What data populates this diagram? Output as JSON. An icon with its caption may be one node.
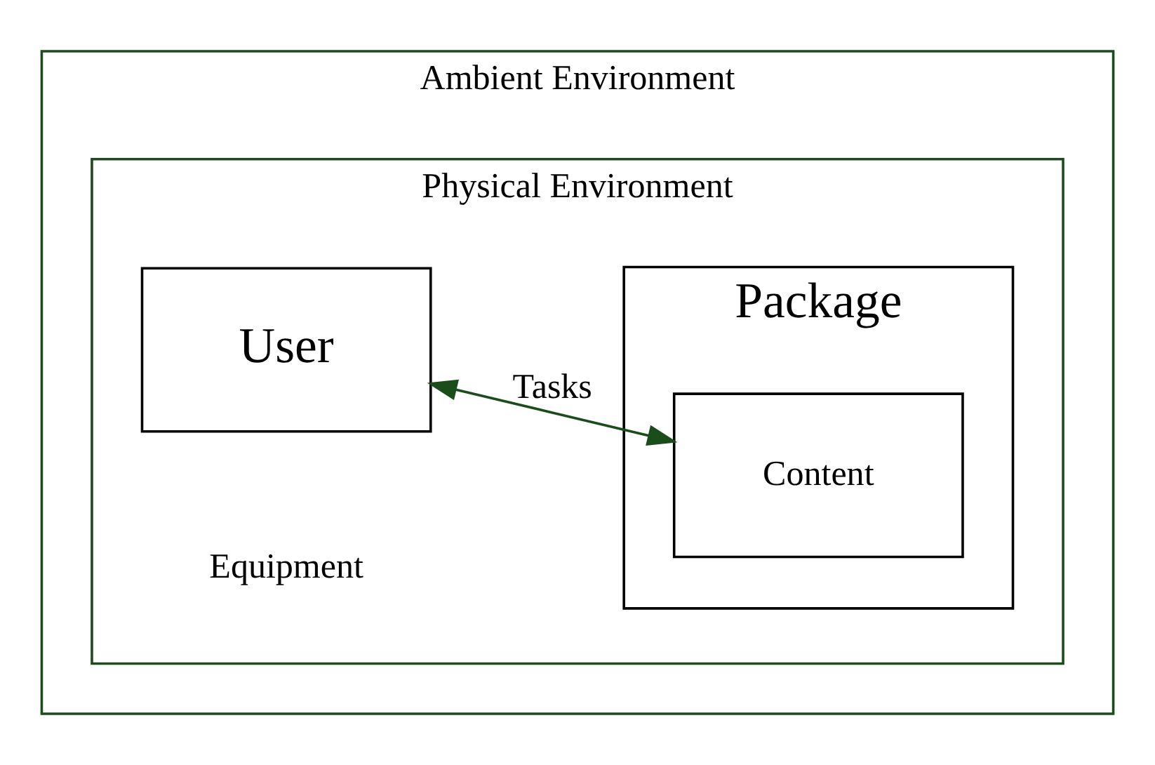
{
  "diagram": {
    "nodes": [
      {
        "text": [
          "Ambient Environment"
        ]
      },
      {
        "text": [
          "Physical Environment"
        ],
        "in": 0
      },
      {
        "text": [
          "User"
        ],
        "in": 1
      },
      {
        "text": [
          "Package"
        ],
        "in": 1
      },
      {
        "text": [
          "Content"
        ],
        "in": 3
      }
    ],
    "edges": [
      {
        "from": 2,
        "to": 4,
        "arrow": "both",
        "label": "Tasks",
        "color": "#1b4d1b"
      }
    ],
    "labels": [
      "Equipment"
    ]
  }
}
